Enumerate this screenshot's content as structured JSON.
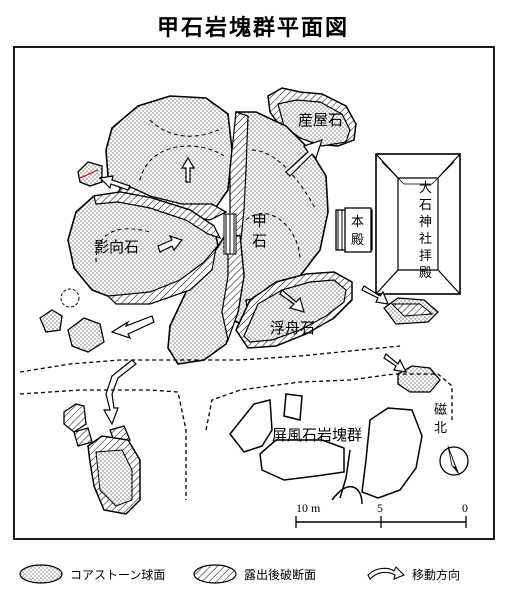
{
  "title": "甲石岩塊群平面図",
  "labels": {
    "sanyaishi": "産屋石",
    "kabuto_1": "甲",
    "kabuto_2": "石",
    "yogoishi": "影向石",
    "ukifuneishi": "浮舟石",
    "honden_1": "本",
    "honden_2": "殿",
    "haiden": [
      "大",
      "石",
      "神",
      "社",
      "拝",
      "殿"
    ],
    "byobu": "屏風石岩塊群",
    "north_1": "磁",
    "north_2": "北"
  },
  "scale": {
    "ticks": [
      "10 m",
      "5",
      "0"
    ]
  },
  "legend": {
    "core": "コアストーン球面",
    "fracture": "露出後破断面",
    "movement": "移動方向"
  }
}
